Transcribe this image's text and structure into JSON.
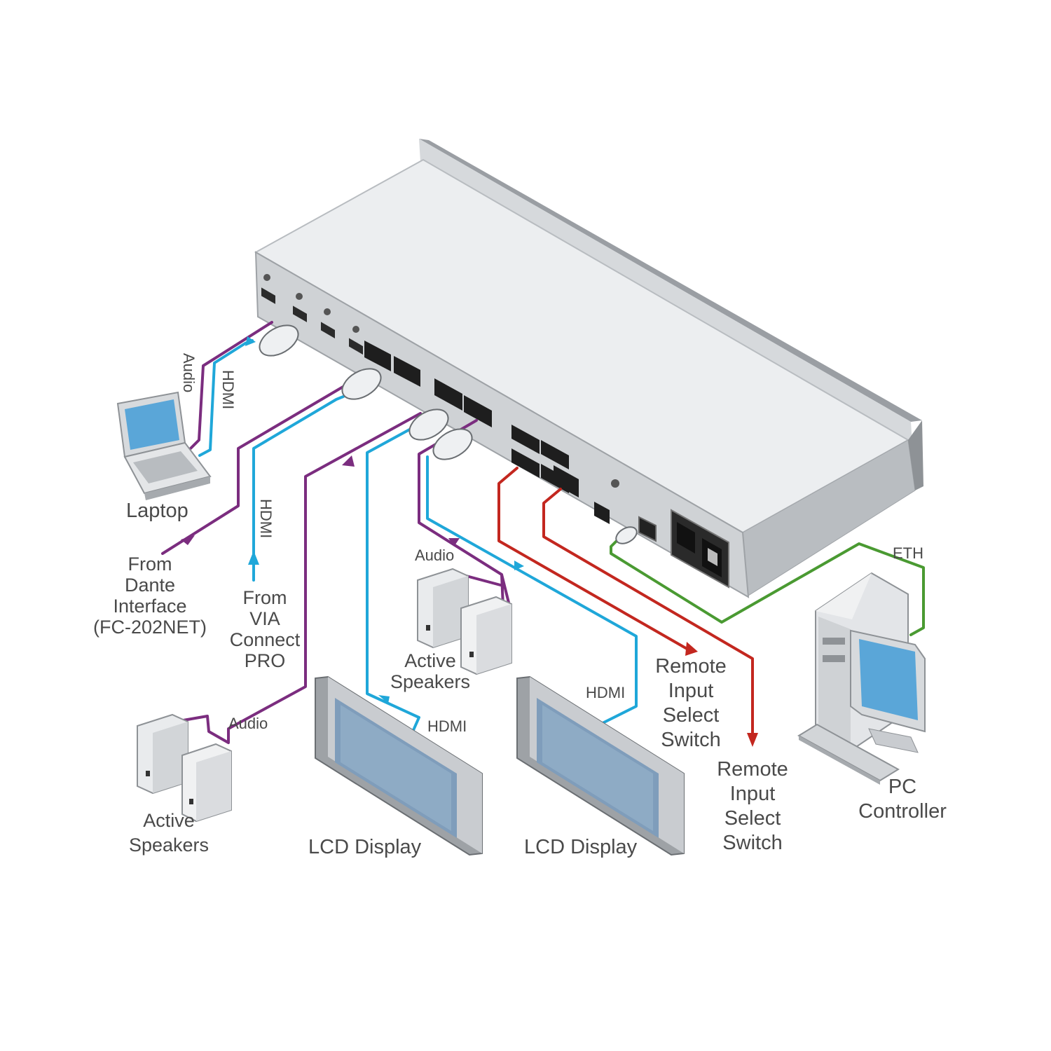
{
  "colors": {
    "audio": "#7b2d7f",
    "hdmi": "#1fa7d9",
    "remote": "#c3271f",
    "eth": "#4a9a32",
    "device_top": "#e9ecef",
    "device_front": "#c9ccd0",
    "screen": "#5aa6d8"
  },
  "labels": {
    "laptop": "Laptop",
    "laptop_audio": "Audio",
    "laptop_hdmi": "HDMI",
    "dante": [
      "From",
      "Dante",
      "Interface",
      "(FC-202NET)"
    ],
    "via_hdmi": "HDMI",
    "via": [
      "From",
      "VIA",
      "Connect",
      "PRO"
    ],
    "speakers_left_audio": "Audio",
    "speakers_left": [
      "Active",
      "Speakers"
    ],
    "lcd_left_hdmi": "HDMI",
    "lcd_left": "LCD Display",
    "speakers_mid_audio": "Audio",
    "speakers_mid": [
      "Active",
      "Speakers"
    ],
    "lcd_right_hdmi": "HDMI",
    "lcd_right": "LCD Display",
    "remote_1": [
      "Remote",
      "Input",
      "Select",
      "Switch"
    ],
    "remote_2": [
      "Remote",
      "Input",
      "Select",
      "Switch"
    ],
    "eth": "ETH",
    "pc": [
      "PC",
      "Controller"
    ]
  },
  "icons": [
    "laptop-icon",
    "speaker-icon",
    "lcd-display-icon",
    "pc-tower-icon",
    "monitor-icon",
    "keyboard-icon",
    "hdmi-connector-icon",
    "terminal-block-icon",
    "rj45-icon",
    "power-switch-icon"
  ]
}
